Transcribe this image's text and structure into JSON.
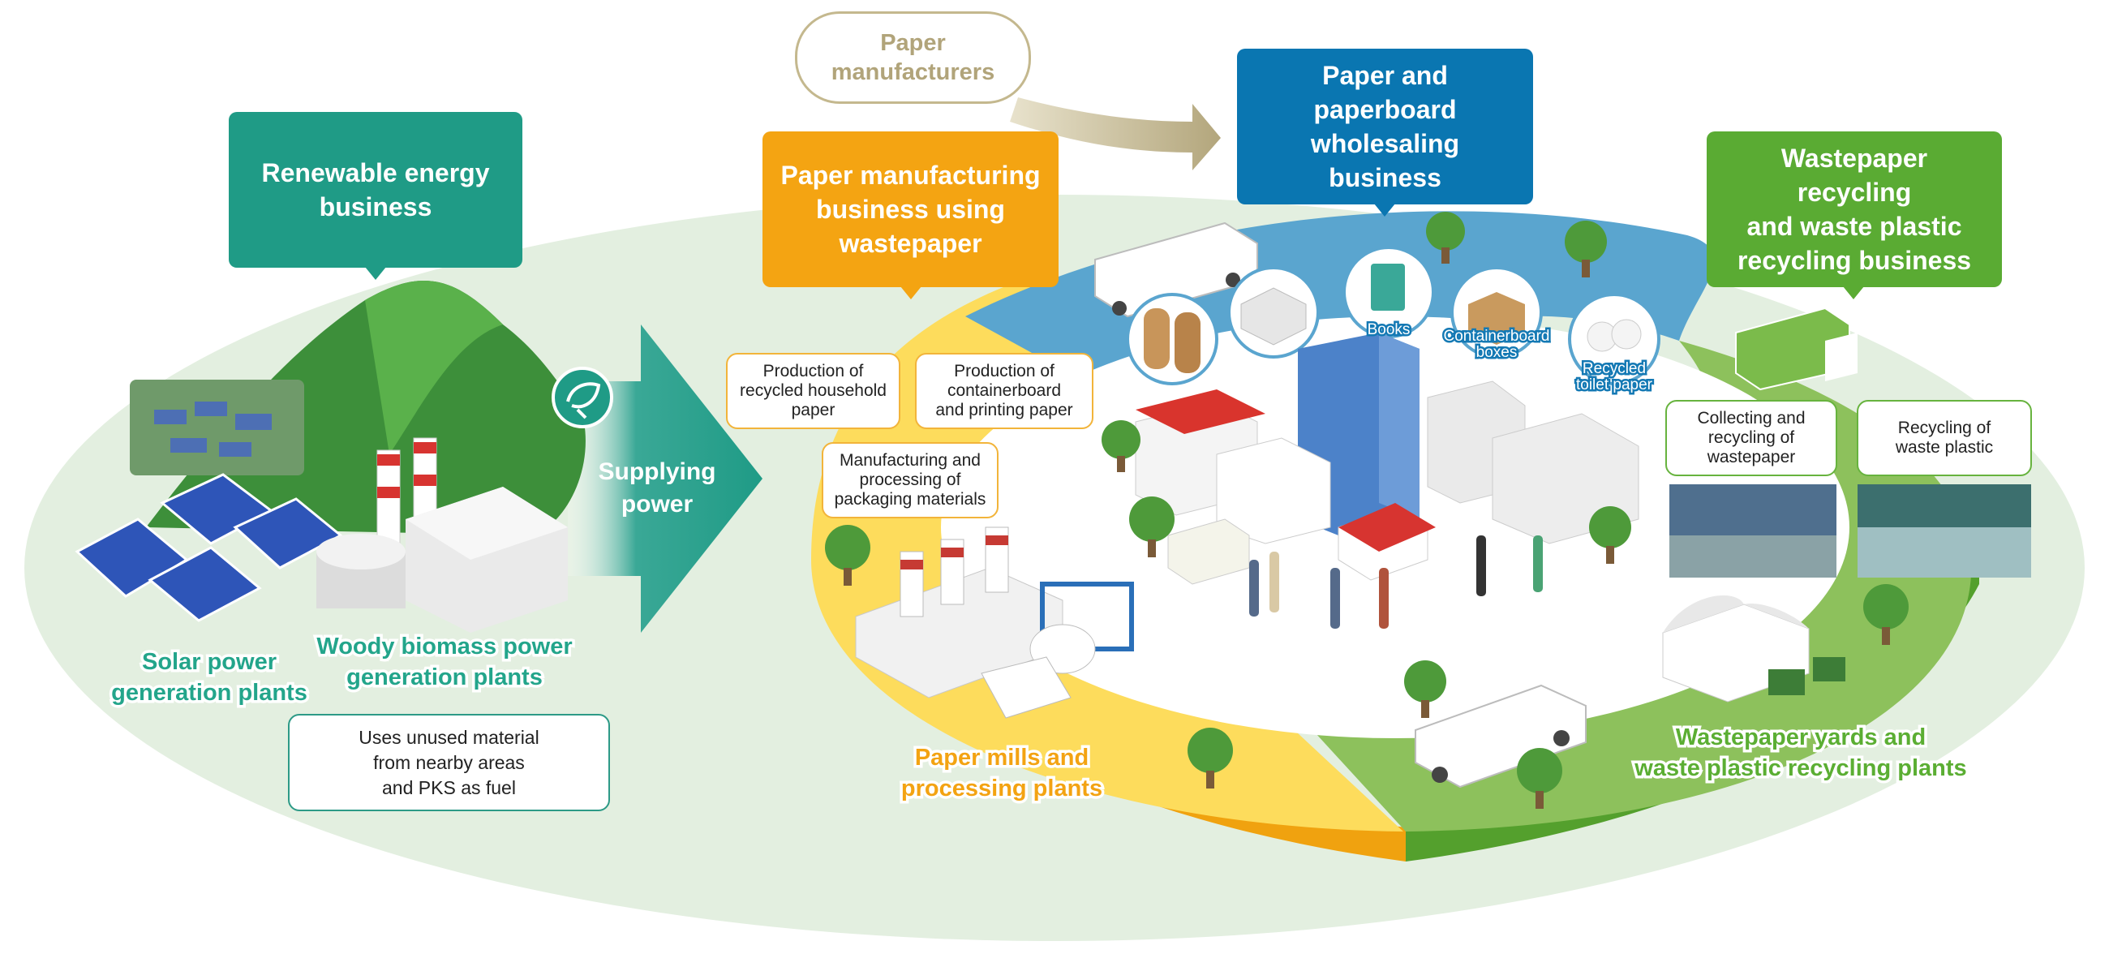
{
  "headers": {
    "renewable": "Renewable energy\nbusiness",
    "paper_manufacturing": "Paper manufacturing\nbusiness using\nwastepaper",
    "wholesaling": "Paper and paperboard\nwholesaling business",
    "recycling": "Wastepaper recycling\nand waste plastic\nrecycling business"
  },
  "paper_manufacturers": "Paper\nmanufacturers",
  "supplying_power": "Supplying\npower",
  "notes": {
    "household_paper": "Production of\nrecycled household\npaper",
    "containerboard": "Production of\ncontainerboard\nand printing paper",
    "packaging": "Manufacturing and\nprocessing of\npackaging materials",
    "collecting": "Collecting and\nrecycling of\nwastepaper",
    "waste_plastic": "Recycling of\nwaste plastic",
    "fuel": "Uses unused material\nfrom nearby areas\nand PKS as fuel"
  },
  "plants": {
    "solar": "Solar power\ngeneration plants",
    "biomass": "Woody biomass power\ngeneration plants",
    "paper_mills": "Paper mills and\nprocessing plants",
    "wastepaper_yards": "Wastepaper yards and\nwaste plastic recycling plants"
  },
  "products": {
    "books": "Books",
    "containerboard_boxes": "Containerboard\nboxes",
    "toilet_paper": "Recycled\ntoilet paper"
  },
  "icons": [
    "power-plug-leaf-icon",
    "recycle-icon",
    "tree-icon",
    "truck-icon",
    "factory-icon",
    "solar-panel-icon",
    "building-icon"
  ],
  "colors": {
    "teal": "#1f9b86",
    "orange": "#f4a412",
    "blue": "#0a76b1",
    "green": "#5aab33",
    "background_ellipse": "#e3efe0",
    "paper_manufacturers_outline": "#c4b88e"
  }
}
